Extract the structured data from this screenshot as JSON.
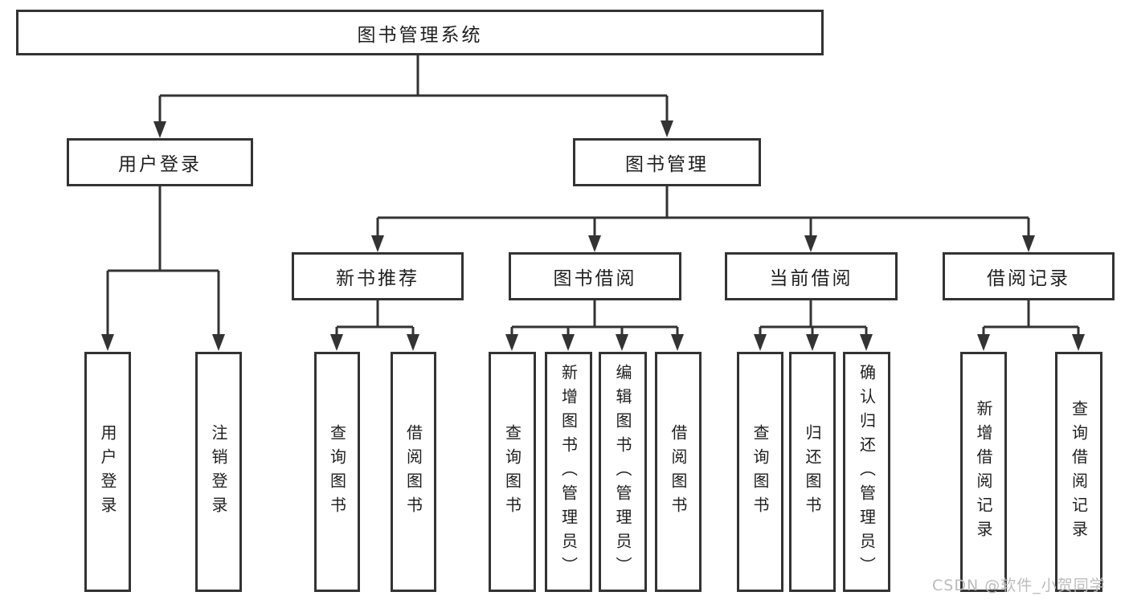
{
  "diagram": {
    "root": {
      "label": "图书管理系统"
    },
    "branches": [
      {
        "label": "用户登录",
        "children": [
          {
            "label": "用户登录"
          },
          {
            "label": "注销登录"
          }
        ]
      },
      {
        "label": "图书管理",
        "sections": [
          {
            "label": "新书推荐",
            "children": [
              {
                "label": "查询图书"
              },
              {
                "label": "借阅图书"
              }
            ]
          },
          {
            "label": "图书借阅",
            "children": [
              {
                "label": "查询图书"
              },
              {
                "label": "新增图书（管理员）"
              },
              {
                "label": "编辑图书（管理员）"
              },
              {
                "label": "借阅图书"
              }
            ]
          },
          {
            "label": "当前借阅",
            "children": [
              {
                "label": "查询图书"
              },
              {
                "label": "归还图书"
              },
              {
                "label": "确认归还（管理员）"
              }
            ]
          },
          {
            "label": "借阅记录",
            "children": [
              {
                "label": "新增借阅记录"
              },
              {
                "label": "查询借阅记录"
              }
            ]
          }
        ]
      }
    ]
  },
  "watermark": {
    "text": "CSDN @软件_小贺同学"
  },
  "colors": {
    "line": "#333333",
    "text": "#1f1f1f",
    "watermark": "#bcbcbc",
    "background": "#ffffff"
  }
}
